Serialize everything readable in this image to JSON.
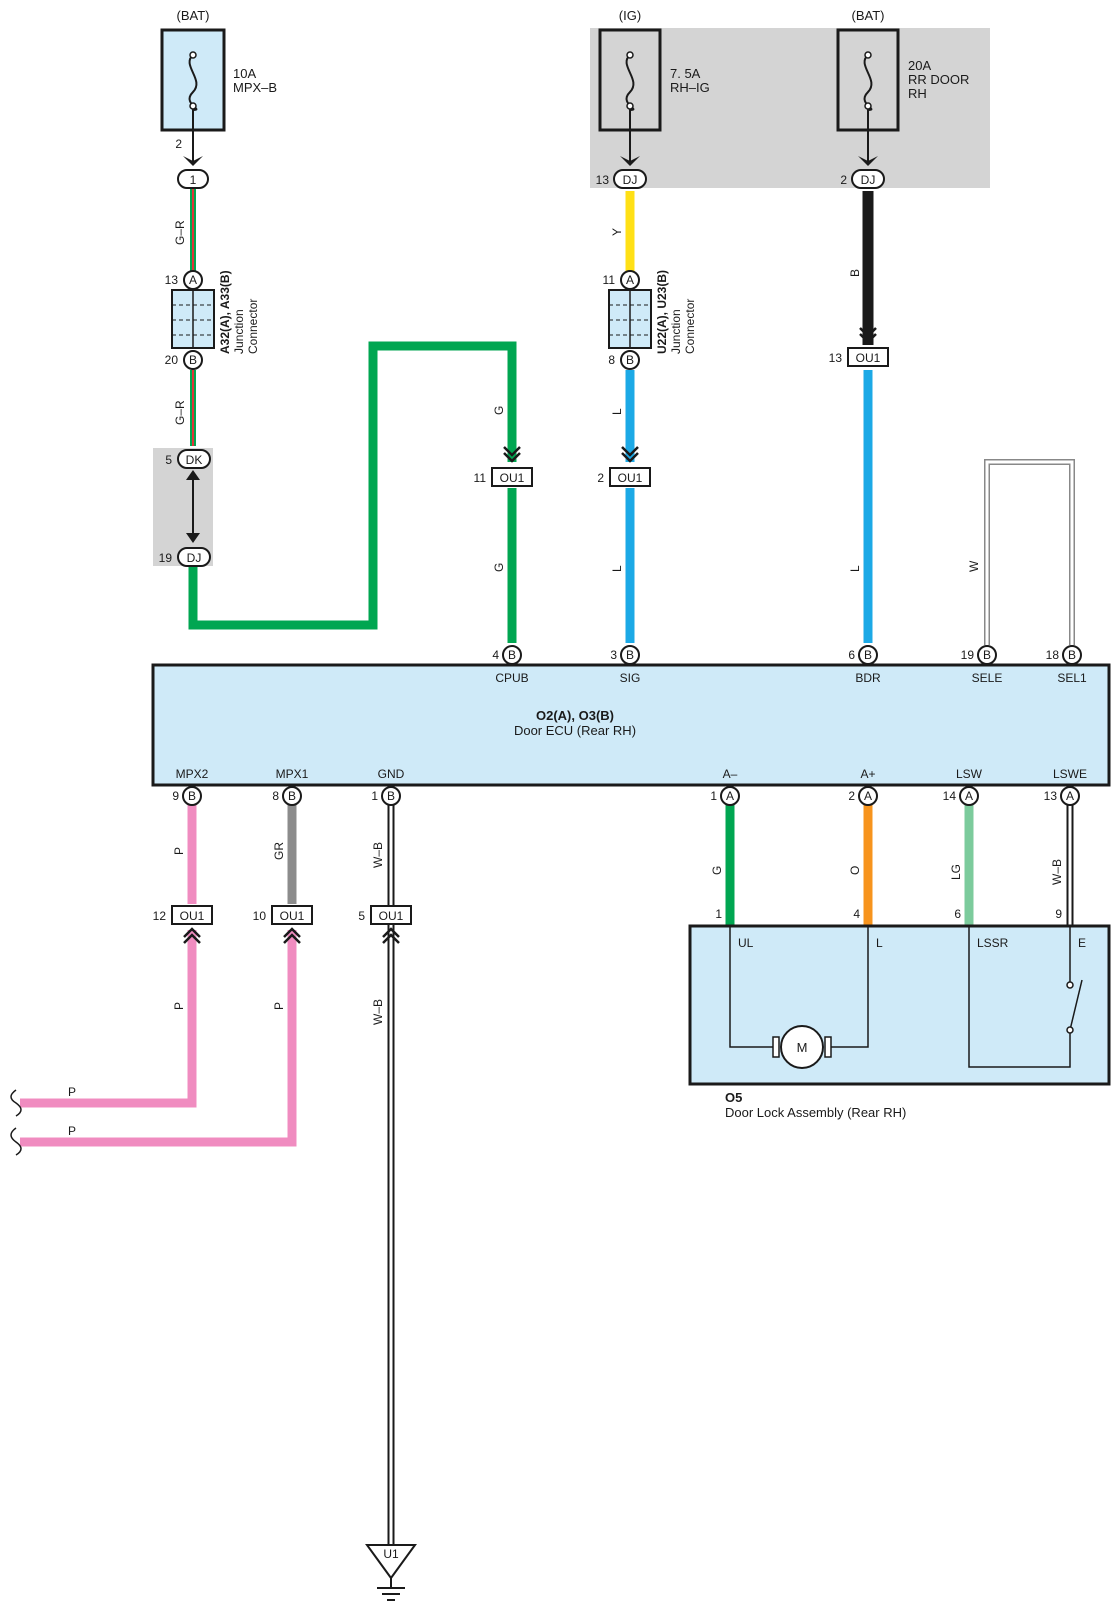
{
  "colors": {
    "G": "#00a651",
    "G-R": "#00a651",
    "Y": "#ffe016",
    "L": "#1ca9e6",
    "B": "#1a1a1a",
    "P": "#f08cc0",
    "GR": "#8c8c8c",
    "O": "#f7941d",
    "LG": "#7ccb9c",
    "W": "#ffffff",
    "W-B": "#ffffff",
    "box": "#cfeaf8",
    "gray": "#d4d4d4"
  },
  "fuses": {
    "mpxb": {
      "source": "(BAT)",
      "rating": "10A",
      "name": "MPX–B",
      "pin": "2"
    },
    "rhig": {
      "source": "(IG)",
      "rating": "7. 5A",
      "name": "RH–IG",
      "pin": "13"
    },
    "rrdoor": {
      "source": "(BAT)",
      "rating": "20A",
      "name1": "RR DOOR",
      "name2": "RH",
      "pin": "2"
    }
  },
  "connectors": {
    "c1": "1",
    "dj": "DJ",
    "dk": "DK",
    "ou1": "OU1",
    "a": "A",
    "b": "B",
    "u1": "U1"
  },
  "junction_left": {
    "id": "A32(A), A33(B)",
    "line1": "Junction",
    "line2": "Connector",
    "pin_a": "13",
    "pin_b": "20"
  },
  "junction_mid": {
    "id": "U22(A), U23(B)",
    "line1": "Junction",
    "line2": "Connector",
    "pin_a": "11",
    "pin_b": "8"
  },
  "pins": {
    "dk": "5",
    "dj_left": "19",
    "dj_ig": "13",
    "dj_rr": "2",
    "ou1_g": "11",
    "ou1_l": "2",
    "ou1_bdr": "13",
    "ou1_p12": "12",
    "ou1_p10": "10",
    "ou1_g5": "5"
  },
  "wire_labels": {
    "gr1": "G–R",
    "gr2": "G–R",
    "y": "Y",
    "g_top": "G",
    "g_mid": "G",
    "l_top": "L",
    "l_mid": "L",
    "b": "B",
    "l_bdr": "L",
    "w": "W",
    "p1": "P",
    "gr": "GR",
    "wb1": "W–B",
    "p2": "P",
    "p3": "P",
    "wb2": "W–B",
    "g_al": "G",
    "o": "O",
    "lg": "LG",
    "wb3": "W–B",
    "p_in1": "P",
    "p_in2": "P"
  },
  "ecu": {
    "title": "O2(A), O3(B)",
    "subtitle": "Door ECU (Rear RH)",
    "top_pins": [
      {
        "name": "CPUB",
        "num": "4",
        "conn": "B"
      },
      {
        "name": "SIG",
        "num": "3",
        "conn": "B"
      },
      {
        "name": "BDR",
        "num": "6",
        "conn": "B"
      },
      {
        "name": "SELE",
        "num": "19",
        "conn": "B"
      },
      {
        "name": "SEL1",
        "num": "18",
        "conn": "B"
      }
    ],
    "bottom_pins": [
      {
        "name": "MPX2",
        "num": "9",
        "conn": "B"
      },
      {
        "name": "MPX1",
        "num": "8",
        "conn": "B"
      },
      {
        "name": "GND",
        "num": "1",
        "conn": "B"
      },
      {
        "name": "A–",
        "num": "1",
        "conn": "A"
      },
      {
        "name": "A+",
        "num": "2",
        "conn": "A"
      },
      {
        "name": "LSW",
        "num": "14",
        "conn": "A"
      },
      {
        "name": "LSWE",
        "num": "13",
        "conn": "A"
      }
    ]
  },
  "door_lock": {
    "id": "O5",
    "name": "Door Lock Assembly (Rear RH)",
    "motor": "M",
    "terms": [
      {
        "name": "UL",
        "num": "1"
      },
      {
        "name": "L",
        "num": "4"
      },
      {
        "name": "LSSR",
        "num": "6"
      },
      {
        "name": "E",
        "num": "9"
      }
    ]
  }
}
